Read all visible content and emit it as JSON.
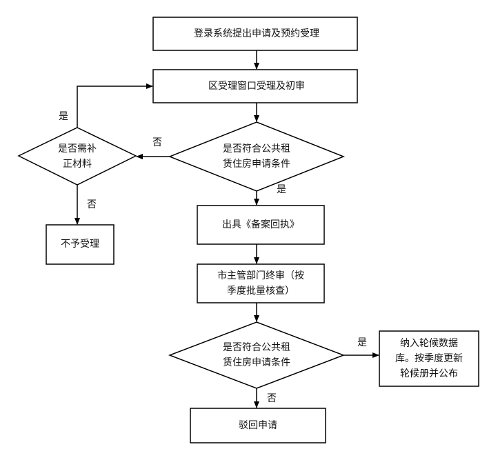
{
  "flowchart": {
    "nodes": {
      "apply": "登录系统提出申请及预约受理",
      "window": "区受理窗口受理及初审",
      "check1_line1": "是否符合公共租",
      "check1_line2": "赁住房申请条件",
      "supplement_line1": "是否需补",
      "supplement_line2": "正材料",
      "reject": "不予受理",
      "receipt": "出具《备案回执》",
      "final_line1": "市主管部门终审（按",
      "final_line2": "季度批量核查）",
      "check2_line1": "是否符合公共租",
      "check2_line2": "赁住房申请条件",
      "queue_line1": "纳入轮候数据",
      "queue_line2": "库。按季度更新",
      "queue_line3": "轮候册并公布",
      "dismiss": "驳回申请"
    },
    "edges": {
      "supplement_yes": "是",
      "check1_no": "否",
      "check1_yes": "是",
      "supplement_no": "否",
      "check2_yes": "是",
      "check2_no": "否"
    }
  }
}
